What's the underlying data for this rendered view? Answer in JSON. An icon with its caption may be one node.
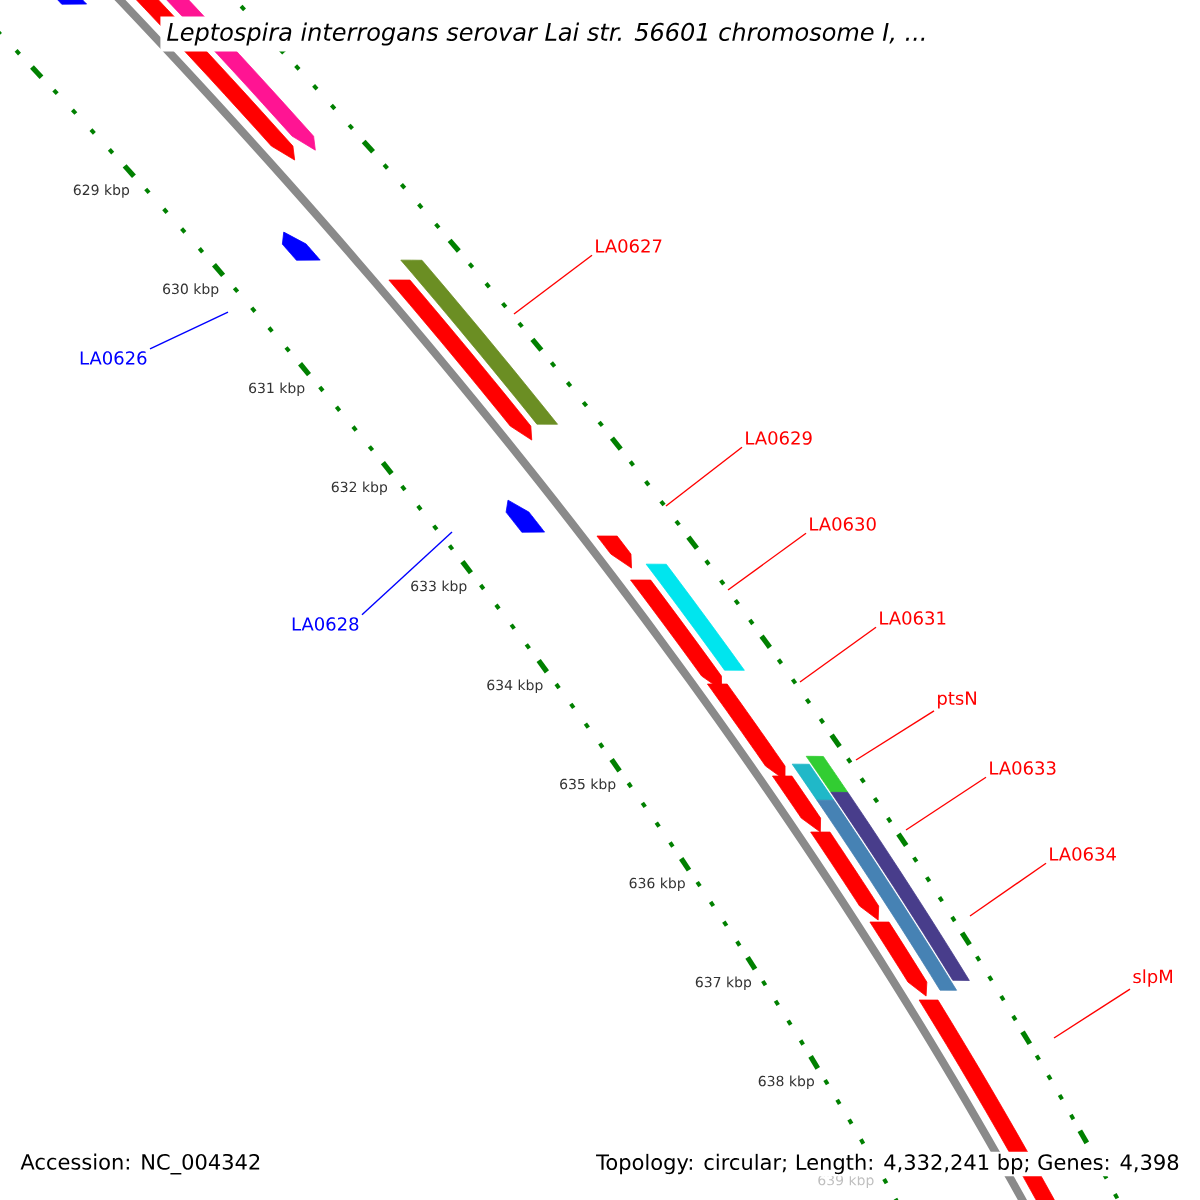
{
  "diagram": {
    "title": "Leptospira interrogans serovar Lai str. 56601 chromosome I, ...",
    "nodes": [
      {
        "text": [
          "LA0627"
        ]
      },
      {
        "text": [
          "LA0626"
        ]
      },
      {
        "text": [
          "LA0629"
        ]
      },
      {
        "text": [
          "LA0630"
        ]
      },
      {
        "text": [
          "LA0631"
        ]
      },
      {
        "text": [
          "LA0628"
        ]
      },
      {
        "text": [
          "ptsN"
        ]
      },
      {
        "text": [
          "LA0633"
        ]
      },
      {
        "text": [
          "LA0634"
        ]
      },
      {
        "text": [
          "slpM"
        ]
      }
    ],
    "edges": [
      {
        "from": 0,
        "to": null,
        "arrow": "none",
        "color": "#ff0000"
      },
      {
        "from": 1,
        "to": null,
        "arrow": "none",
        "color": "#0000ff"
      },
      {
        "from": 2,
        "to": null,
        "arrow": "none",
        "color": "#ff0000"
      },
      {
        "from": 3,
        "to": null,
        "arrow": "none",
        "color": "#ff0000"
      },
      {
        "from": 4,
        "to": null,
        "arrow": "none",
        "color": "#ff0000"
      },
      {
        "from": 5,
        "to": null,
        "arrow": "none",
        "color": "#0000ff"
      },
      {
        "from": 6,
        "to": null,
        "arrow": "none",
        "color": "#ff0000"
      },
      {
        "from": 7,
        "to": null,
        "arrow": "none",
        "color": "#ff0000"
      },
      {
        "from": 8,
        "to": null,
        "arrow": "none",
        "color": "#ff0000"
      },
      {
        "from": 9,
        "to": null,
        "arrow": "none",
        "color": "#ff0000"
      }
    ],
    "labels": [
      "629 kbp",
      "630 kbp",
      "631 kbp",
      "632 kbp",
      "633 kbp",
      "634 kbp",
      "635 kbp",
      "636 kbp",
      "637 kbp",
      "638 kbp",
      "639 kbp",
      "Accession: NC_004342",
      "Topology: circular; Length: 4,332,241 bp; Genes: 4,398"
    ]
  }
}
